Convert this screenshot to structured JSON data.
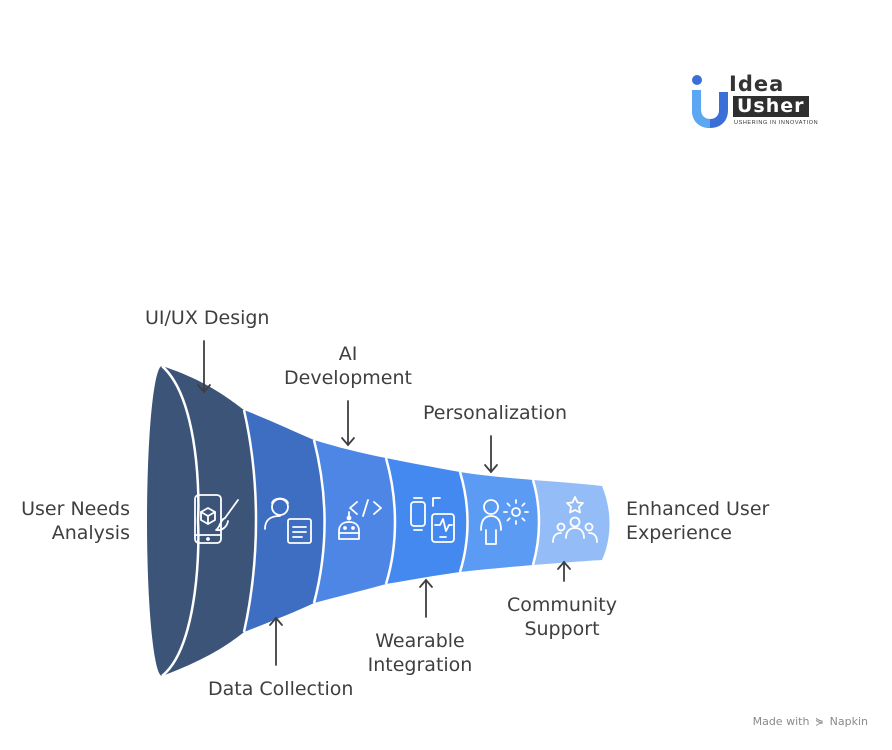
{
  "logo": {
    "word1": "Idea",
    "word2": "Usher",
    "tagline": "USHERING IN INNOVATION",
    "colors": {
      "primary": "#3b6fd8",
      "light": "#5ba7f2",
      "dark": "#2f2f2f"
    }
  },
  "funnel": {
    "colors": [
      "#3c5478",
      "#3e6ec2",
      "#4e86e6",
      "#4489f0",
      "#5b9bf4",
      "#94bdf7"
    ],
    "stages": [
      {
        "label": "User Needs Analysis",
        "lines": [
          "User Needs",
          "Analysis"
        ],
        "icon": "mobile-design-icon"
      },
      {
        "label": "Data Collection",
        "lines": [
          "Data Collection"
        ],
        "icon": "user-data-icon"
      },
      {
        "label": "AI Development",
        "lines": [
          "AI",
          "Development"
        ],
        "icon": "code-robot-icon"
      },
      {
        "label": "Wearable Integration",
        "lines": [
          "Wearable",
          "Integration"
        ],
        "icon": "wearable-icon"
      },
      {
        "label": "Personalization",
        "lines": [
          "Personalization"
        ],
        "icon": "user-gear-icon"
      },
      {
        "label": "Community Support",
        "lines": [
          "Community",
          "Support"
        ],
        "icon": "community-icon"
      }
    ]
  },
  "labels": {
    "uiux": [
      "UI/UX Design"
    ],
    "user_needs": [
      "User Needs",
      "Analysis"
    ],
    "ai_dev": [
      "AI",
      "Development"
    ],
    "personalization": [
      "Personalization"
    ],
    "data_collection": [
      "Data Collection"
    ],
    "wearable": [
      "Wearable",
      "Integration"
    ],
    "community": [
      "Community",
      "Support"
    ],
    "enhanced": [
      "Enhanced User",
      "Experience"
    ]
  },
  "credit": {
    "prefix": "Made with",
    "brand": "Napkin"
  }
}
